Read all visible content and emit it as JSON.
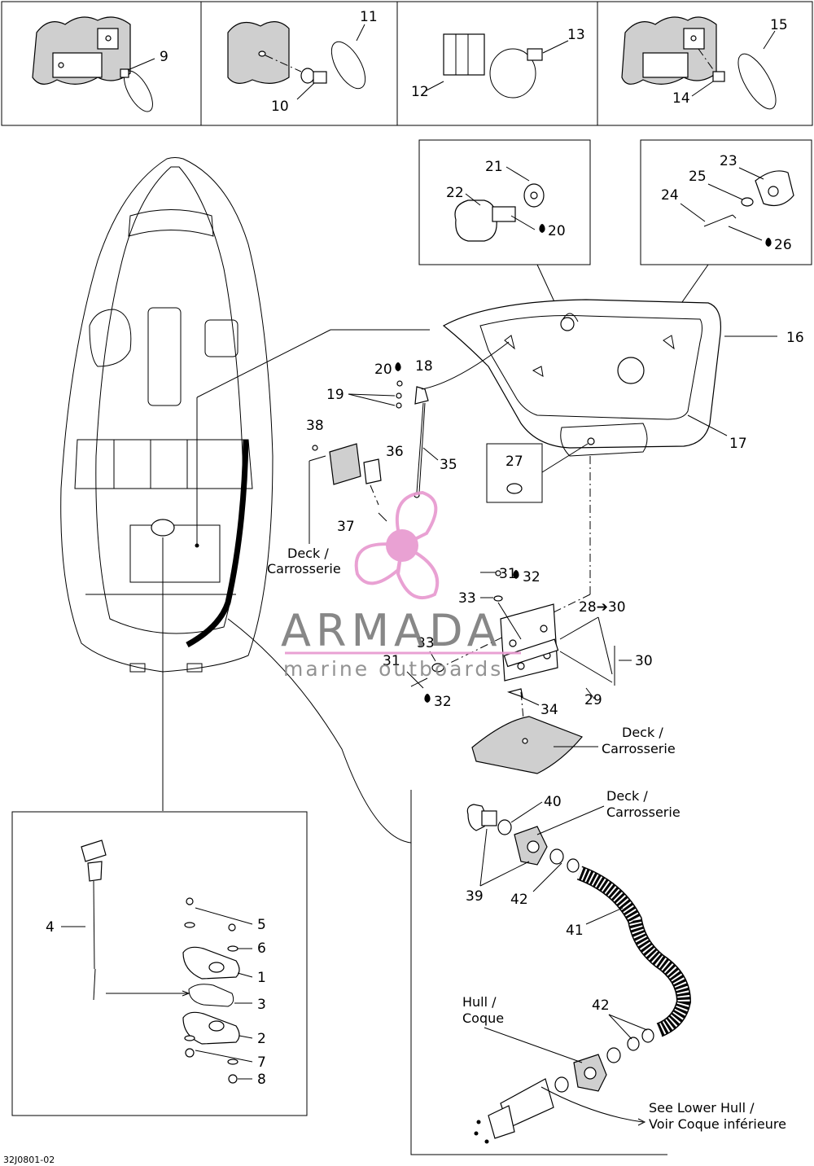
{
  "labels": {
    "n1": "1",
    "n2": "2",
    "n3": "3",
    "n4": "4",
    "n5": "5",
    "n6": "6",
    "n7": "7",
    "n8": "8",
    "n9": "9",
    "n10": "10",
    "n11": "11",
    "n12": "12",
    "n13": "13",
    "n14": "14",
    "n15": "15",
    "n16": "16",
    "n17": "17",
    "n18": "18",
    "n19": "19",
    "n20": "20",
    "n20b": "20",
    "n21": "21",
    "n22": "22",
    "n23": "23",
    "n24": "24",
    "n25": "25",
    "n26": "26",
    "n27": "27",
    "n28": "28➔30",
    "n29": "29",
    "n30": "30",
    "n31a": "31",
    "n31b": "31",
    "n32a": "32",
    "n32b": "32",
    "n33a": "33",
    "n33b": "33",
    "n34": "34",
    "n35": "35",
    "n36": "36",
    "n37": "37",
    "n38": "38",
    "n39": "39",
    "n40": "40",
    "n41": "41",
    "n42a": "42",
    "n42b": "42"
  },
  "notes": {
    "deck_left_1": "Deck /",
    "deck_left_2": "Carrosserie",
    "deck_mid_1": "Deck /",
    "deck_mid_2": "Carrosserie",
    "deck_right_1": "Deck /",
    "deck_right_2": "Carrosserie",
    "hull_1": "Hull /",
    "hull_2": "Coque",
    "see_1": "See Lower Hull /",
    "see_2": "Voir Coque inférieure"
  },
  "watermark": {
    "brand": "ARMADA",
    "tagline": "marine outboards",
    "accent_color": "#e89ad0"
  },
  "drawing_ref": "32J0801-02",
  "icons": {
    "sealant": "drop-icon",
    "logo": "propeller-logo-icon"
  }
}
